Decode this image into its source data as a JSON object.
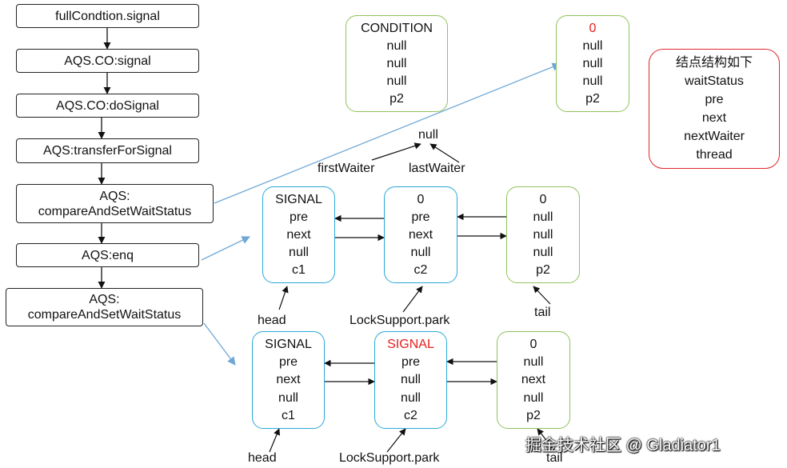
{
  "steps": [
    "fullCondtion.signal",
    "AQS.CO:signal",
    "AQS.CO:doSignal",
    "AQS:transferForSignal",
    "AQS:\ncompareAndSetWaitStatus",
    "AQS:enq",
    "AQS:\ncompareAndSetWaitStatus"
  ],
  "condition_node": {
    "fields": [
      "CONDITION",
      "null",
      "null",
      "null",
      "p2"
    ]
  },
  "p2_updated": {
    "fields": [
      "0",
      "null",
      "null",
      "null",
      "p2"
    ]
  },
  "legend": {
    "fields": [
      "结点结构如下",
      "waitStatus",
      "pre",
      "next",
      "nextWaiter",
      "thread"
    ]
  },
  "null_label": "null",
  "first_waiter_label": "firstWaiter",
  "last_waiter_label": "lastWaiter",
  "queue1": {
    "nodes": [
      {
        "fields": [
          "SIGNAL",
          "pre",
          "next",
          "null",
          "c1"
        ]
      },
      {
        "fields": [
          "0",
          "pre",
          "next",
          "null",
          "c2"
        ]
      },
      {
        "fields": [
          "0",
          "null",
          "null",
          "null",
          "p2"
        ]
      }
    ],
    "head_label": "head",
    "park_label": "LockSupport.park",
    "tail_label": "tail"
  },
  "queue2": {
    "nodes": [
      {
        "fields": [
          "SIGNAL",
          "pre",
          "next",
          "null",
          "c1"
        ]
      },
      {
        "fields": [
          "SIGNAL",
          "pre",
          "null",
          "null",
          "c2"
        ]
      },
      {
        "fields": [
          "0",
          "null",
          "next",
          "null",
          "p2"
        ]
      }
    ],
    "head_label": "head",
    "park_label": "LockSupport.park",
    "tail_label": "tail"
  },
  "watermark": "掘金技术社区 @ Gladiator1",
  "colors": {
    "blue_border": "#2aa8d8",
    "green_border": "#8fc35b",
    "red_border": "#e0262a",
    "red_text": "#e61e1e",
    "arrow_blue": "#6fa8d6"
  }
}
